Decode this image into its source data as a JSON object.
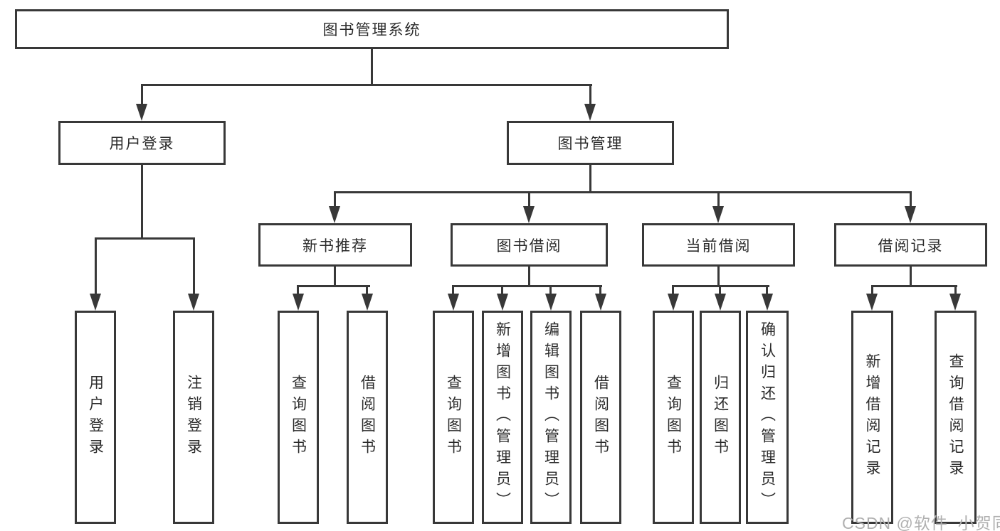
{
  "colors": {
    "line": "#383838",
    "text": "#2b2b2b",
    "background": "#ffffff",
    "watermark": "#b0b0b0"
  },
  "watermark": {
    "text": "CSDN @软件_小贺同学"
  },
  "tree": {
    "label": "图书管理系统",
    "children": [
      {
        "label": "用户登录",
        "children": [
          {
            "label": "用户登录"
          },
          {
            "label": "注销登录"
          }
        ]
      },
      {
        "label": "图书管理",
        "children": [
          {
            "label": "新书推荐",
            "children": [
              {
                "label": "查询图书"
              },
              {
                "label": "借阅图书"
              }
            ]
          },
          {
            "label": "图书借阅",
            "children": [
              {
                "label": "查询图书"
              },
              {
                "label": "新增图书（管理员）"
              },
              {
                "label": "编辑图书（管理员）"
              },
              {
                "label": "借阅图书"
              }
            ]
          },
          {
            "label": "当前借阅",
            "children": [
              {
                "label": "查询图书"
              },
              {
                "label": "归还图书"
              },
              {
                "label": "确认归还（管理员）"
              }
            ]
          },
          {
            "label": "借阅记录",
            "children": [
              {
                "label": "新增借阅记录"
              },
              {
                "label": "查询借阅记录"
              }
            ]
          }
        ]
      }
    ]
  }
}
